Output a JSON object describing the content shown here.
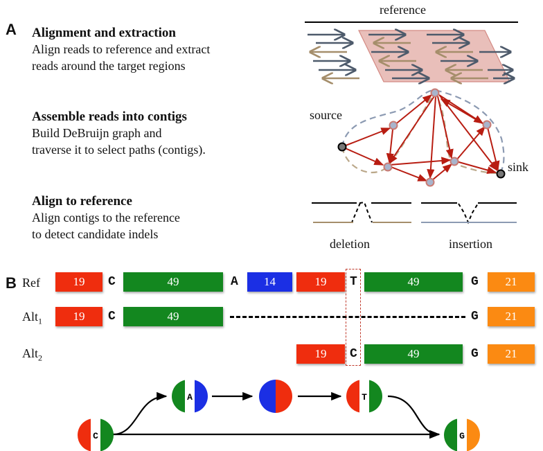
{
  "panel_a": {
    "letter": "A",
    "steps": [
      {
        "title": "Alignment and extraction",
        "desc": [
          "Align reads to reference and extract",
          "reads around the target regions"
        ]
      },
      {
        "title": "Assemble reads into contigs",
        "desc": [
          "Build DeBruijn graph and",
          "traverse it to select paths (contigs)."
        ]
      },
      {
        "title": "Align to reference",
        "desc": [
          "Align contigs to the reference",
          "to detect candidate indels"
        ]
      }
    ],
    "reference_label": "reference",
    "source_label": "source",
    "sink_label": "sink",
    "deletion_label": "deletion",
    "insertion_label": "insertion"
  },
  "panel_b": {
    "letter": "B",
    "rows": [
      {
        "label": "Ref",
        "sub": ""
      },
      {
        "label": "Alt",
        "sub": "1"
      },
      {
        "label": "Alt",
        "sub": "2"
      }
    ],
    "ref": {
      "b1": "19",
      "n1": "C",
      "b2": "49",
      "n2": "A",
      "b3": "14",
      "b4": "19",
      "n3": "T",
      "b5": "49",
      "n4": "G",
      "b6": "21"
    },
    "alt1": {
      "b1": "19",
      "n1": "C",
      "b2": "49",
      "n4": "G",
      "b6": "21"
    },
    "alt2": {
      "b4": "19",
      "n3": "C",
      "b5": "49",
      "n4": "G",
      "b6": "21"
    },
    "graph_nodes": [
      "C",
      "A",
      "T",
      "G"
    ]
  },
  "colors": {
    "red": "#ef2d0e",
    "green": "#13871f",
    "blue": "#1b2fe4",
    "orange": "#fb8a12",
    "read_dark": "#4d5a6b",
    "read_tan": "#a58e6b",
    "edge": "#b81d12",
    "dashed_blue": "#8c9ab2",
    "dashed_tan": "#bba88a"
  }
}
